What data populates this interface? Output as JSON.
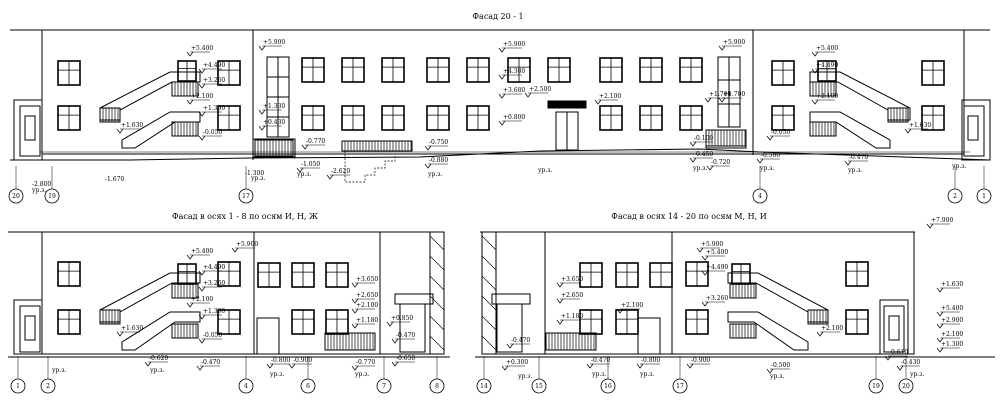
{
  "titles": {
    "top": "Фасад 20 - 1",
    "bottom_left": "Фасад в осях 1 - 8 по осям И, Н, Ж",
    "bottom_right": "Фасад в осях 14 - 20 по осям М, Н, И"
  },
  "top_axes": [
    "20",
    "19",
    "17",
    "4",
    "2",
    "1"
  ],
  "bottom_left_axes": [
    "1",
    "2",
    "4",
    "6",
    "7",
    "8"
  ],
  "bottom_right_axes": [
    "14",
    "15",
    "16",
    "17",
    "19",
    "20"
  ],
  "elevations_top": [
    {
      "label": "+5.400",
      "anchor": "stair-left"
    },
    {
      "label": "+4.490",
      "anchor": "stair-left"
    },
    {
      "label": "+3.260",
      "anchor": "stair-left"
    },
    {
      "label": "+2.100",
      "anchor": "stair-left"
    },
    {
      "label": "+1.390",
      "anchor": "stair-left"
    },
    {
      "label": "-0.050",
      "anchor": "stair-left"
    },
    {
      "label": "+1.630",
      "anchor": "left"
    },
    {
      "label": "+5.900",
      "anchor": "tower"
    },
    {
      "label": "+5.900",
      "anchor": "center"
    },
    {
      "label": "+4.300",
      "anchor": "center"
    },
    {
      "label": "+3.680",
      "anchor": "center"
    },
    {
      "label": "+0.800",
      "anchor": "center"
    },
    {
      "label": "+2.500",
      "anchor": "entrance"
    },
    {
      "label": "+2.100",
      "anchor": "entrance"
    },
    {
      "label": "+1.700",
      "anchor": "tower"
    },
    {
      "label": "+1.330",
      "anchor": "tower"
    },
    {
      "label": "+0.430",
      "anchor": "tower"
    },
    {
      "label": "-0.770",
      "anchor": "ramp"
    },
    {
      "label": "-1.050",
      "anchor": "ramp"
    },
    {
      "label": "-0.750",
      "anchor": "ramp"
    },
    {
      "label": "-0.880",
      "anchor": "ramp"
    },
    {
      "label": "-2.620",
      "anchor": "ramp"
    },
    {
      "label": "+5.900",
      "anchor": "right"
    },
    {
      "label": "+1.700",
      "anchor": "right"
    },
    {
      "label": "-0.100",
      "anchor": "right"
    },
    {
      "label": "-0.450",
      "anchor": "right"
    },
    {
      "label": "-0.720",
      "anchor": "right"
    },
    {
      "label": "-0.500",
      "anchor": "right"
    },
    {
      "label": "+5.400",
      "anchor": "stair-right"
    },
    {
      "label": "+4.490",
      "anchor": "stair-right"
    },
    {
      "label": "+2.100",
      "anchor": "stair-right"
    },
    {
      "label": "+1.630",
      "anchor": "stair-right"
    },
    {
      "label": "-0.470",
      "anchor": "stair-right"
    },
    {
      "label": "-0.050",
      "anchor": "stair-right"
    }
  ],
  "left_cut_labels": [
    "-1.670",
    "-2.800",
    "-1.300"
  ],
  "grade_label": "ур.з.",
  "elevations_bottom_left": [
    "+5.400",
    "+4.490",
    "+3.260",
    "+2.100",
    "+1.390",
    "-0.050",
    "+1.630",
    "+5.900",
    "+3.650",
    "+2.650",
    "+2.100",
    "+1.180",
    "-0.470",
    "-0.620",
    "-0.800",
    "-0.900",
    "-0.770",
    "-0.650",
    "+0.850",
    "-0.470"
  ],
  "elevations_bottom_right": [
    "+7.900",
    "+3.650",
    "+2.650",
    "+1.180",
    "+2.100",
    "+5.900",
    "+5.400",
    "+4.490",
    "+3.260",
    "+2.100",
    "+1.630",
    "+5.400",
    "+2.900",
    "+2.100",
    "+1.300",
    "+0.300",
    "-0.470",
    "-0.800",
    "-0.900",
    "-0.500",
    "-0.430",
    "-0.610",
    "-0.470"
  ]
}
